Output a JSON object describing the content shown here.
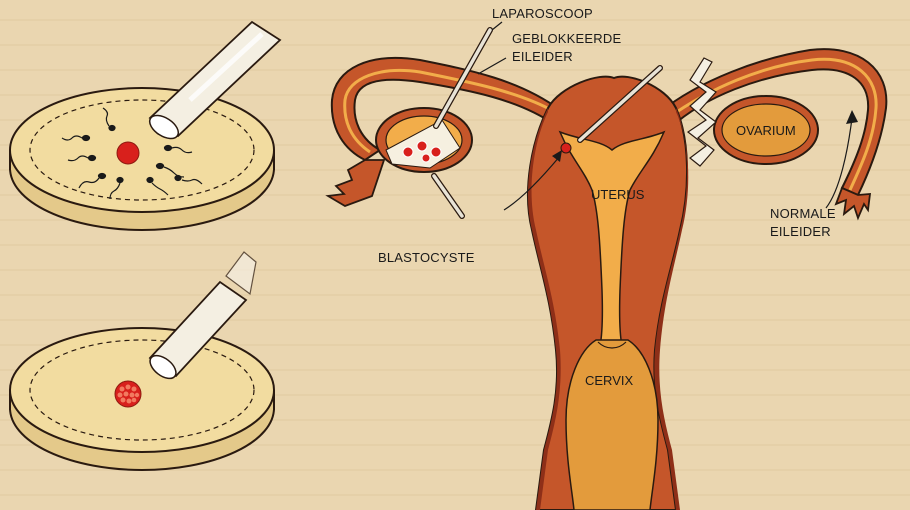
{
  "labels": {
    "laparoscope": "LAPAROSCOOP",
    "blocked_tube_line1": "GEBLOKKEERDE",
    "blocked_tube_line2": "EILEIDER",
    "ovary": "OVARIUM",
    "uterus": "UTERUS",
    "normal_tube_line1": "NORMALE",
    "normal_tube_line2": "EILEIDER",
    "blastocyst": "BLASTOCYSTE",
    "cervix": "CERVIX"
  },
  "colors": {
    "background": "#ead6b0",
    "dish_fill": "#f2dca0",
    "tissue_outer": "#c5562a",
    "tissue_dark": "#8e2f18",
    "tissue_light": "#f2ad4a",
    "ovary_fill": "#e39b3c",
    "egg_red": "#d8201c",
    "outline": "#2a1a10"
  },
  "icons": [
    "petri-dish-icon",
    "pipette-icon",
    "sperm-icon",
    "egg-icon",
    "morula-icon",
    "laparoscope-icon"
  ]
}
